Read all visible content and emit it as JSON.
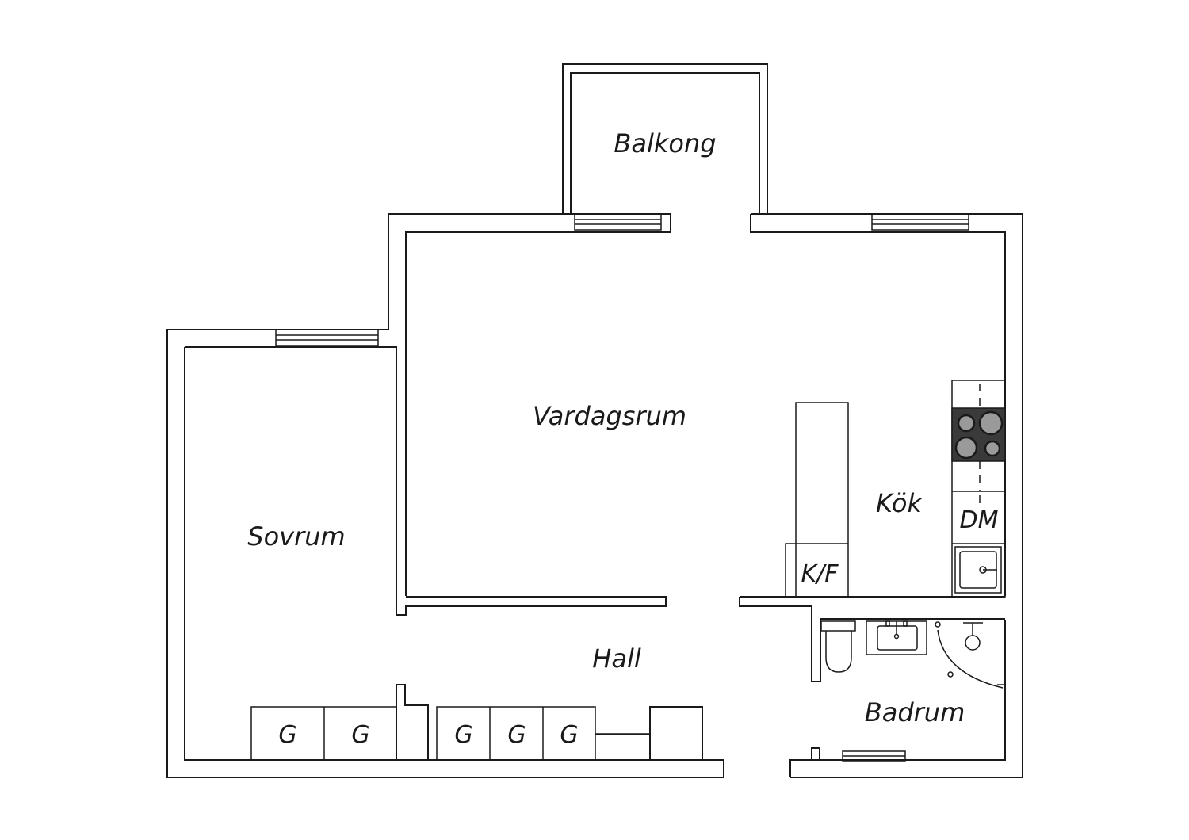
{
  "rooms": {
    "balcony": "Balkong",
    "living": "Vardagsrum",
    "bedroom": "Sovrum",
    "kitchen": "Kök",
    "hall": "Hall",
    "bathroom": "Badrum"
  },
  "fixtures": {
    "fridge_freezer": "K/F",
    "dishwasher": "DM"
  },
  "wardrobes": [
    "G",
    "G",
    "G",
    "G",
    "G"
  ]
}
